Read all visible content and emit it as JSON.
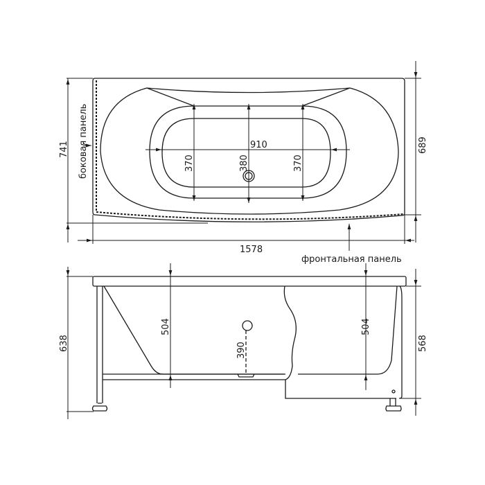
{
  "top_view": {
    "overall_width": "1578",
    "overall_depth": "741",
    "rim_depth": "689",
    "inner_length": "910",
    "inner_width_left": "370",
    "inner_width_center": "380",
    "inner_width_right": "370",
    "side_panel_label": "боковая панель",
    "front_panel_label": "фронтальная панель"
  },
  "side_view": {
    "overall_height": "638",
    "panel_height": "568",
    "depth_left": "504",
    "depth_right": "504",
    "overflow_height": "390"
  }
}
